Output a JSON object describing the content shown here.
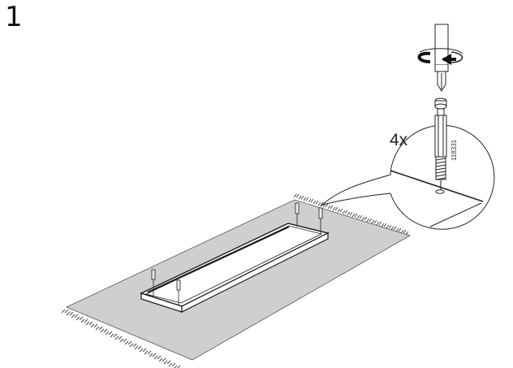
{
  "step": {
    "number": "1"
  },
  "callout": {
    "quantity_label": "4x",
    "part_number": "118331"
  },
  "icons": {
    "screwdriver": "screwdriver-icon",
    "rotate_arrow": "clockwise-rotate-arrow-icon",
    "cam_dowel": "cam-lock-dowel-icon"
  },
  "colors": {
    "rug_fill": "#cfcfcf",
    "line": "#1a1a1a",
    "panel_fill": "#ffffff"
  }
}
